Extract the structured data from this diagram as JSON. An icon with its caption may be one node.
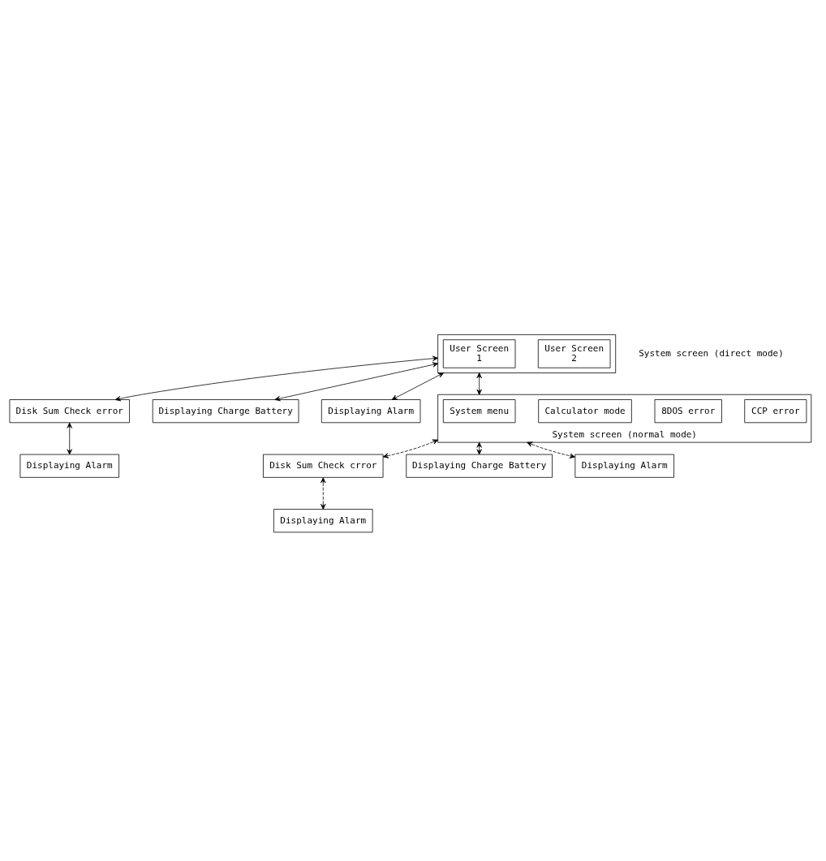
{
  "diagram": {
    "nodes": [
      {
        "text": [],
        "shape": "box"
      },
      {
        "text": [
          "User Screen",
          "1"
        ],
        "in": 0
      },
      {
        "text": [
          "User Screen",
          "2"
        ],
        "in": 0
      },
      {
        "text": [
          "Disk Sum Check error"
        ]
      },
      {
        "text": [
          "Displaying Alarm"
        ]
      },
      {
        "text": [
          "Displaying Charge Battery"
        ]
      },
      {
        "text": [
          "Displaying Alarm"
        ]
      },
      {
        "text": [
          "System screen (normal mode)"
        ]
      },
      {
        "text": [
          "System menu"
        ],
        "in": 7
      },
      {
        "text": [
          "Calculator mode"
        ],
        "in": 7
      },
      {
        "text": [
          "8DOS error"
        ],
        "in": 7
      },
      {
        "text": [
          "CCP error"
        ],
        "in": 7
      },
      {
        "text": [
          "Disk Sum Check crror"
        ]
      },
      {
        "text": [
          "Displaying Charge Battery"
        ]
      },
      {
        "text": [
          "Displaying Alarm"
        ]
      },
      {
        "text": [
          "Displaying Alarm"
        ]
      }
    ],
    "edges": [
      {
        "from": 0,
        "to": 3,
        "arrow": "both"
      },
      {
        "from": 3,
        "to": 4,
        "arrow": "both"
      },
      {
        "from": 0,
        "to": 5,
        "arrow": "both"
      },
      {
        "from": 0,
        "to": 6,
        "arrow": "both"
      },
      {
        "from": 0,
        "to": 7,
        "arrow": "both"
      },
      {
        "from": 7,
        "to": 12,
        "arrow": "both",
        "style": "dashed"
      },
      {
        "from": 7,
        "to": 13,
        "arrow": "both",
        "style": "dashed"
      },
      {
        "from": 7,
        "to": 14,
        "arrow": "both",
        "style": "dashed"
      },
      {
        "from": 12,
        "to": 15,
        "arrow": "both",
        "style": "dashed"
      }
    ],
    "labels": [
      "System screen (direct mode)"
    ]
  }
}
